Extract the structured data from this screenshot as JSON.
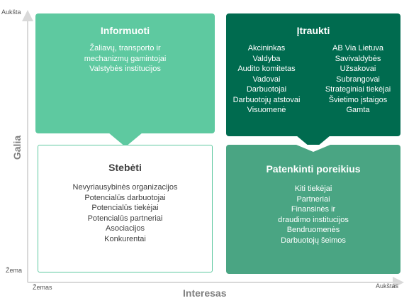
{
  "axes": {
    "y_title": "Galia",
    "y_high": "Aukšta",
    "y_low": "Žema",
    "x_title": "Interesas",
    "x_low": "Žemas",
    "x_high": "Aukštas"
  },
  "quadrants": {
    "informuoti": {
      "title": "Informuoti",
      "items": [
        "Žaliavų, transporto ir",
        "mechanizmų gamintojai",
        "Valstybės institucijos"
      ],
      "color": "#5ec9a0"
    },
    "itraukti": {
      "title": "Įtraukti",
      "left_items": [
        "Akcininkas",
        "Valdyba",
        "Audito komitetas",
        "Vadovai",
        "Darbuotojai",
        "Darbuotojų atstovai",
        "Visuomenė"
      ],
      "right_items": [
        "AB Via Lietuva",
        "Savivaldybės",
        "Užsakovai",
        "Subrangovai",
        "Strateginiai tiekėjai",
        "Švietimo įstaigos",
        "Gamta"
      ],
      "color": "#006b4f"
    },
    "stebeti": {
      "title": "Stebėti",
      "items": [
        "Nevyriausybinės organizacijos",
        "Potencialūs darbuotojai",
        "Potencialūs tiekėjai",
        "Potencialūs partneriai",
        "Asociacijos",
        "Konkurentai"
      ],
      "color": "#ffffff",
      "border_color": "#5ec9a0"
    },
    "patenkinti": {
      "title": "Patenkinti poreikius",
      "items": [
        "Kiti tiekėjai",
        "Partneriai",
        "Finansinės ir",
        "draudimo institucijos",
        "Bendruomenės",
        "Darbuotojų šeimos"
      ],
      "color": "#4aa583"
    }
  }
}
